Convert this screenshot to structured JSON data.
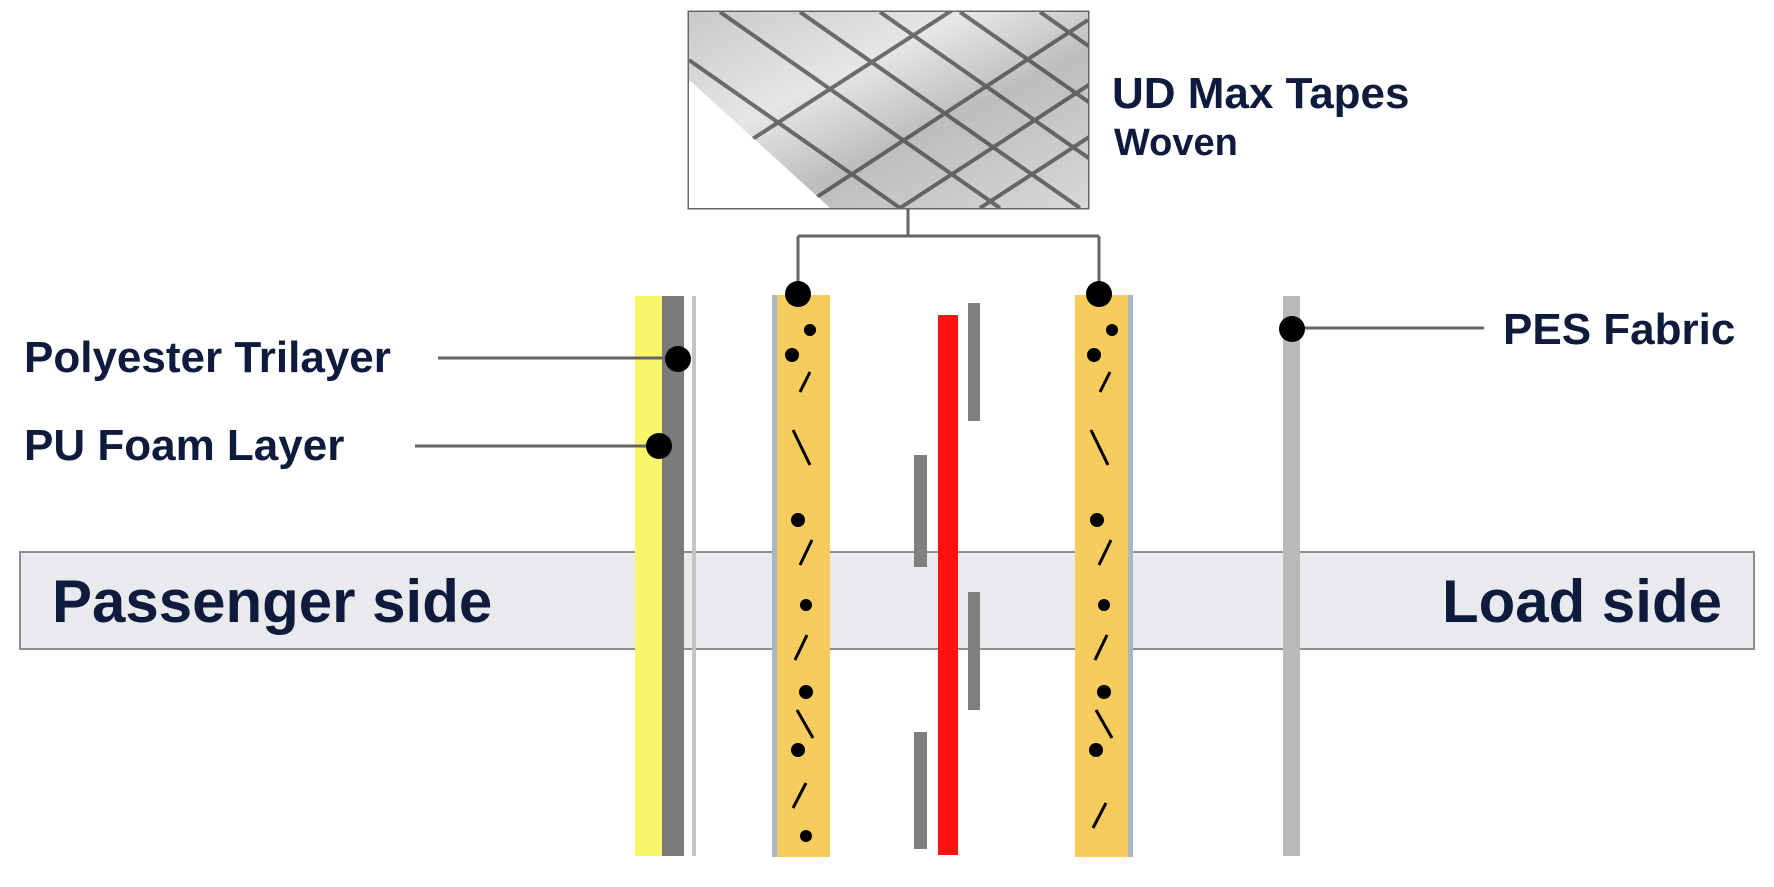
{
  "labels": {
    "ud_max_tapes": "UD Max Tapes",
    "woven": "Woven",
    "polyester_trilayer": "Polyester Trilayer",
    "pu_foam_layer": "PU Foam Layer",
    "pes_fabric": "PES Fabric",
    "passenger_side": "Passenger side",
    "load_side": "Load side"
  },
  "colors": {
    "text": "#0f1b3d",
    "band_fill": "#e9eaed",
    "band_stroke": "#8a8d92",
    "foam_yellow": "#f8f66a",
    "trilayer_gray": "#7b7b7b",
    "tape_orange": "#f6cc5e",
    "tape_edge": "#aab6c2",
    "red_layer": "#ff1111",
    "gray_layer": "#7f7f7f",
    "pes_gray": "#b9b9b9",
    "leader": "#666666",
    "dot": "#000000"
  },
  "icons": {
    "tape_photo": "woven-tape-texture-icon"
  }
}
